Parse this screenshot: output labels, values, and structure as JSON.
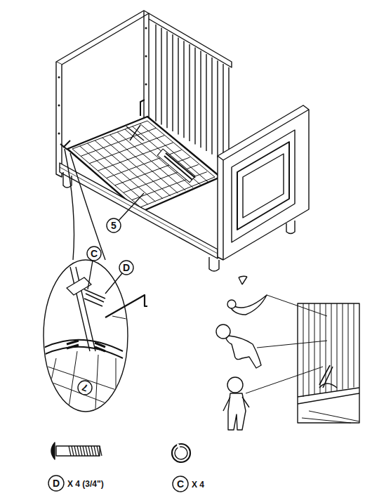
{
  "diagram": {
    "labels": [
      "5",
      "C",
      "D",
      "7",
      "D",
      "X 4 (3/4\")",
      "C",
      "X 4"
    ]
  }
}
